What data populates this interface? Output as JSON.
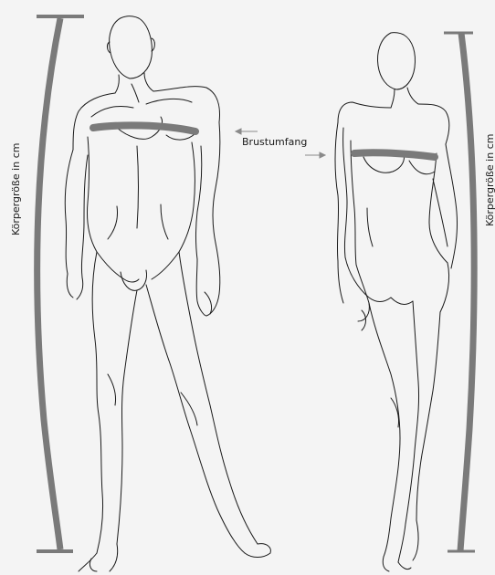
{
  "labels": {
    "height_left": "Körpergröße in cm",
    "height_right": "Körpergröße in cm",
    "chest": "Brustumfang"
  },
  "colors": {
    "background": "#f4f4f4",
    "measure_bar": "#7a7a7a",
    "outline": "#1a1a1a",
    "arrow": "#8a8a8a"
  },
  "figures": [
    "male-figure",
    "female-figure"
  ]
}
